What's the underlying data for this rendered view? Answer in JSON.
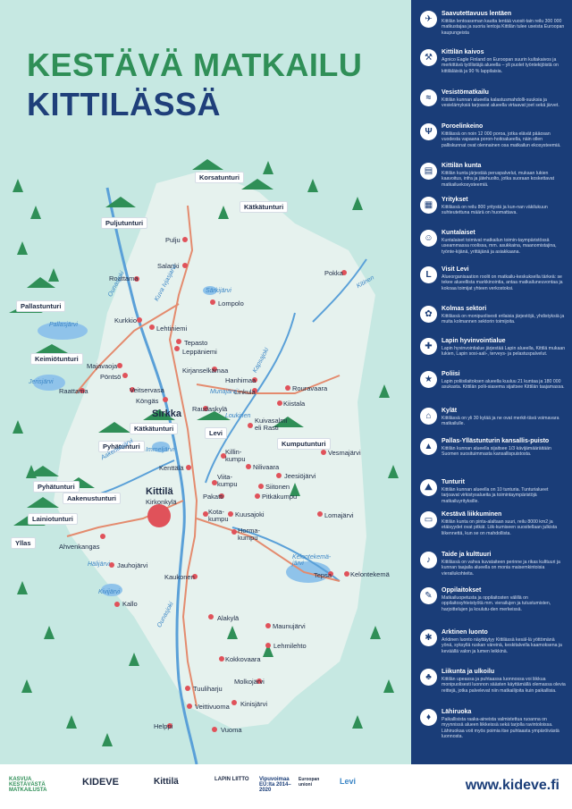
{
  "title": {
    "line1": "KESTÄVÄ MATKAILU",
    "line2": "KITTILÄSSÄ"
  },
  "fells": [
    "Korsatunturi",
    "Kätkätunturi",
    "Pulju­tunturi",
    "Pallastunturi",
    "Keimiötunturi",
    "Kätkätunturi",
    "Pyhätunturi",
    "Levi",
    "Kumputunturi",
    "Pyhätunturi",
    "Aakenustunturi",
    "Lainiotunturi",
    "Yllas"
  ],
  "places": {
    "pulju": "Pulju",
    "salanki": "Salanki",
    "roattama": "Roattama",
    "lompolo": "Lompolo",
    "kurkkio": "Kurkkio",
    "lehtiniemi": "Lehtiniemi",
    "tepasto": "Tepasto",
    "leppaniemi": "Leppäniemi",
    "majavaoja": "Majavaoja",
    "pontso": "Pöntsö",
    "raattama": "Raattama",
    "kirjanselkamaa": "Kirjanselkämaa",
    "veitservasa": "Veitservasa",
    "kongas": "Köngäs",
    "hanhimaa": "Hanhimaa",
    "linkula": "Linkula",
    "rouravaara": "Rouravaara",
    "kiistala": "Kiistala",
    "raudaskyla": "Raudaskylä",
    "pokka": "Pokka",
    "sirkka": "Sirkka",
    "kulvasalmi": "Kuivasalmi\neli Rasti",
    "killinkumpu": "Killin-\nkumpu",
    "vesmajarvi": "Vesmajärvi",
    "kenttala": "Kenttälä",
    "nilivaara": "Nilivaara",
    "jeesiojarvi": "Jeesiöjärvi",
    "viitakumpu": "Viita-\nkumpu",
    "siitonen": "Siitonen",
    "kittila": "Kittilä",
    "kirkonkyla": "Kirkonkylä",
    "pakatti": "Pakatti",
    "pitkakumpu": "Pitkäkumpu",
    "kotakumpu": "Kota-\nkumpu",
    "kuusajoki": "Kuusajoki",
    "lomajarvi": "Lomajärvi",
    "hormakumpu": "Horma-\nkumpu",
    "ahvenkangas": "Ahvenkangas",
    "jauhojarvi": "Jauhojärvi",
    "tepsa": "Tepsa",
    "kelontekemä": "Kelontekemä",
    "kaukonen": "Kaukonen",
    "kallo": "Kallo",
    "alakyla": "Alakylä",
    "maunujarvi": "Maunujärvi",
    "lehmilehto": "Lehmilehto",
    "kokkovaara": "Kokkovaara",
    "molkojarvi": "Molkojärvi",
    "tuulihariu": "Tuuliharju",
    "veitltivuoma": "Veittivuoma",
    "helppi": "Helppi",
    "kinisjarvi": "Kinisjärvi",
    "vuoma": "Vuoma"
  },
  "waters": {
    "sarkijarvi": "Särkijärvi",
    "ounasjoki": "Ounasjoki",
    "kuva_jarvi": "Kuva Ivjasjarvi",
    "pallasjarvi": "Pallasjärvi",
    "jerisjarvi": "Jerisjärvi",
    "munajarvi": "Munajärvi",
    "loukinen": "Loukinen",
    "kapsajoki": "Kapsajoki",
    "aakenusjarvi": "Aakenusjärvi",
    "immeljarvi": "Immeljärvi",
    "kitinen": "Kitinen",
    "kelontekema_jarvi": "Kelontekemä-\njärvi",
    "kivijarvi": "Kivijärvi",
    "ounasjoki2": "Ounasjoki",
    "hallijarvi": "Hälijärvi"
  },
  "legend": [
    {
      "icon": "plane-icon",
      "glyph": "✈",
      "title": "Saavutettavuus lentäen",
      "desc": "Kittilän lentoaseman kautta lentää vuosit-tain reilu 300 000 matkustajaa ja suoria lentoja Kittilän tulee useista Euroopan kaupungeista"
    },
    {
      "icon": "mine-icon",
      "glyph": "⚒",
      "title": "Kittilän kaivos",
      "desc": "Agnico Eagle Finland on Euroopan suurin kultakaivos ja merkittävä työllistäjä alueella – yli puolet työntekijöistä on kittiläläisiä ja 90 % lappilaisia."
    },
    {
      "icon": "water-icon",
      "glyph": "≈",
      "title": "Vesistömatkailu",
      "desc": "Kittilän kunnan alueella kalastusmahdolli-suuksia ja vesielämyksiä tarjoavat alueella virtaavat joet sekä järvet."
    },
    {
      "icon": "reindeer-icon",
      "glyph": "Ψ",
      "title": "Poroelinkeino",
      "desc": "Kittilässä on noin 12 000 poroa, jotka elävät pääosan vuodesta vapaana poron-hoitoalueella, näin ollen palliskunnat ovat olennainen osa matkailun ekosysteemiä."
    },
    {
      "icon": "municipality-icon",
      "glyph": "▤",
      "title": "Kittilän kunta",
      "desc": "Kittilän kunta järjestää peruspalvelut, mukaan lukien kaavoitus, infra ja jätehuolto, jotka suoraan koskettavat matkailuekosysteemiä."
    },
    {
      "icon": "business-icon",
      "glyph": "▦",
      "title": "Yritykset",
      "desc": "Kittilässä on reilu 800 yritystä ja kun-nan väkilukuun suhteutettuna määrä on huomattava."
    },
    {
      "icon": "residents-icon",
      "glyph": "☺",
      "title": "Kuntalaiset",
      "desc": "Kuntalaiset toimivat matkailun toimin-taympäristössä useammassa roolissa, mm. asukkaina, maanomistajina, työnte-kijänä, yrittäjänä ja asiakkaana."
    },
    {
      "icon": "visit-levi-icon",
      "glyph": "L",
      "title": "Visit Levi",
      "desc": "Alueorganisaation roolit on matkailu-keskuksella tärkeä: se tekee alueellista markkinointia, antaa matkailuneuvontaa ja kokoaa toimijat yhteen verkostoksi."
    },
    {
      "icon": "third-sector-icon",
      "glyph": "✿",
      "title": "Kolmas sektori",
      "desc": "Kittilässä on monipuolisesti erilaisia järjestöjä, yhdistyksiä ja muita kolmannen sektorin toimijoita."
    },
    {
      "icon": "wellbeing-icon",
      "glyph": "✚",
      "title": "Lapin hyvinvointialue",
      "desc": "Lapin hyvinvointialue järjestää Lapin alueella, Kittilä mukaan lukien, Lapin sosi-aali-, terveys- ja pelastuspalvelut."
    },
    {
      "icon": "police-icon",
      "glyph": "★",
      "title": "Poliisi",
      "desc": "Lapin poliisilaitoksen alueella kuuluu 21 kuntaa ja 180 000 asukasta. Kittilän polii-siasema sijaitsee Kittilän taajamassa."
    },
    {
      "icon": "village-icon",
      "glyph": "⌂",
      "title": "Kylät",
      "desc": "Kittilässä on yli 30 kylää ja ne ovat merkit-tävä voimavara matkailulle."
    },
    {
      "icon": "national-park-icon",
      "glyph": "▲",
      "title": "Pallas-Yllästunturin kansallis-puisto",
      "desc": "Kittilän kunnan alueella sijaitsee 1/3 kävijämääräitään Suomen suosituimmasta kansallispuistosta."
    },
    {
      "icon": "fell-icon",
      "glyph": "⛰",
      "title": "Tunturit",
      "desc": "Kittilän kunnan alueella on 10 tunturia. Tunturialueet tarjoavat virkistysalueita ja toimintaympäristöjä matkailuyrityksille."
    },
    {
      "icon": "bus-icon",
      "glyph": "▭",
      "title": "Kestävä liikkuminen",
      "desc": "Kittilän kunta on pinta-alaltaan suuri, reilu 8000 km2 ja etäisyydet ovat pitkät. Liik-kumiseen suositellaan julkista liikennettä, kun se on mahdollista."
    },
    {
      "icon": "art-icon",
      "glyph": "♪",
      "title": "Taide ja kulttuuri",
      "desc": "Kittilässä on vahva kuvataiteen perinne ja rikas kulttuuri ja kunnan taajaila alueella on monia maisemkintoisia vierailukohteita."
    },
    {
      "icon": "school-icon",
      "glyph": "✎",
      "title": "Oppilaitokset",
      "desc": "Matkailuopetusta ja oppilaitosten välillä on oppilaitosyhteistyötä mm. vierailujen ja tutustumisten, harjoittelujen ja koulutu-den merkeissä."
    },
    {
      "icon": "snowflake-icon",
      "glyph": "✱",
      "title": "Arktinen luonto",
      "desc": "Arktinen luonto näyttäytyy Kittilässä kesäl-lä yöttömänä yönä, syksyllä ruskan väreinä, keskitalvella kaamoksena ja keväällä valon ja lumen leikkinä."
    },
    {
      "icon": "hiking-icon",
      "glyph": "♣",
      "title": "Liikunta ja ulkoilu",
      "desc": "Kittilän upeassa ja puhtaassa luonnossa voi liikkua monipuolisesti luonnon säästen käyttämällä olemassa olevia reittejä, jotka palvelevat niin matkailijoita kuin paikallisia."
    },
    {
      "icon": "local-food-icon",
      "glyph": "♦",
      "title": "Lähiruoka",
      "desc": "Paikallisista raaka-aineista valmistettua ruoanna on myynnissä alueen liikkeissä sekä tarjolla ravintoloissa. Lähiruokaa voit myös poimia itse puhtaasta ympäröivästä luonnosta."
    }
  ],
  "footer": {
    "logos": [
      "KASVUA KESTÄVÄSTÄ MATKAILUSTA",
      "KIDEVE",
      "Kittilä",
      "LAPIN LIITTO",
      "Vipuvoimaa EU:lta 2014–2020",
      "Euroopan unioni",
      "Levi"
    ],
    "url": "www.kideve.fi"
  },
  "colors": {
    "map_bg": "#c6e8e2",
    "land": "#e6f2ee",
    "river": "#5aa0d8",
    "road": "#e48b6e",
    "panel": "#1a3d78",
    "title_green": "#2f8f57",
    "title_blue": "#1f3f7a",
    "dot": "#e0525a"
  }
}
